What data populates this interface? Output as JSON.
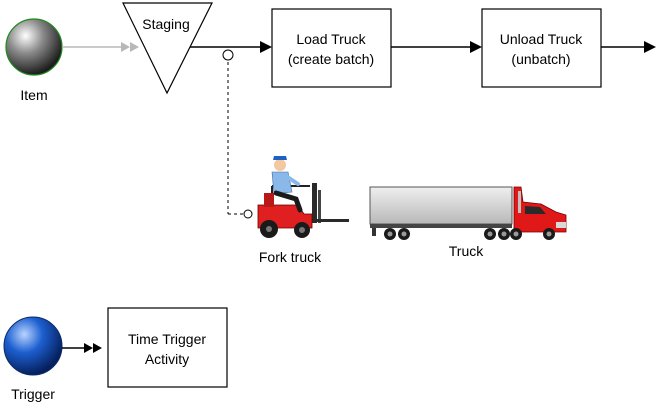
{
  "item": {
    "label": "Item"
  },
  "staging": {
    "label": "Staging"
  },
  "load_truck": {
    "line1": "Load Truck",
    "line2": "(create batch)"
  },
  "unload_truck": {
    "line1": "Unload Truck",
    "line2": "(unbatch)"
  },
  "fork_truck": {
    "label": "Fork truck"
  },
  "truck": {
    "label": "Truck"
  },
  "trigger": {
    "label": "Trigger"
  },
  "time_trigger": {
    "line1": "Time Trigger",
    "line2": "Activity"
  },
  "colors": {
    "item_sphere": "#707070",
    "trigger_sphere": "#1d5fd0",
    "truck_cab": "#e01818",
    "trailer": "#d4d4d4",
    "forklift_body": "#e02020",
    "driver_shirt": "#8ab8e8",
    "connector_light": "#b8b8b8"
  }
}
